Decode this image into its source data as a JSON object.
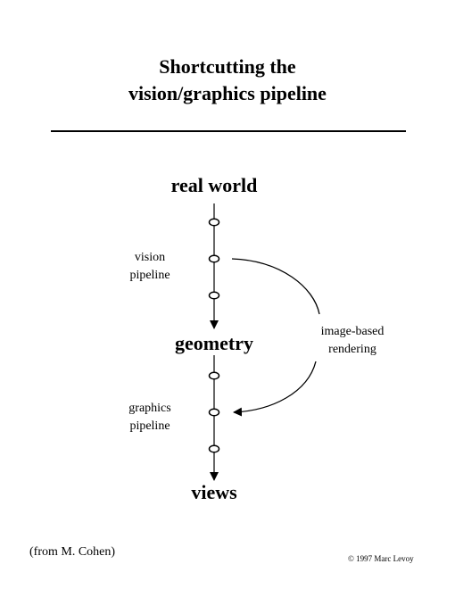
{
  "title": {
    "line1": "Shortcutting the",
    "line2": "vision/graphics pipeline"
  },
  "nodes": {
    "real_world": "real world",
    "geometry": "geometry",
    "views": "views"
  },
  "pipelines": {
    "vision_line1": "vision",
    "vision_line2": "pipeline",
    "graphics_line1": "graphics",
    "graphics_line2": "pipeline"
  },
  "shortcut": {
    "line1": "image-based",
    "line2": "rendering"
  },
  "footer": {
    "source": "(from M. Cohen)",
    "copyright": "© 1997 Marc Levoy"
  }
}
